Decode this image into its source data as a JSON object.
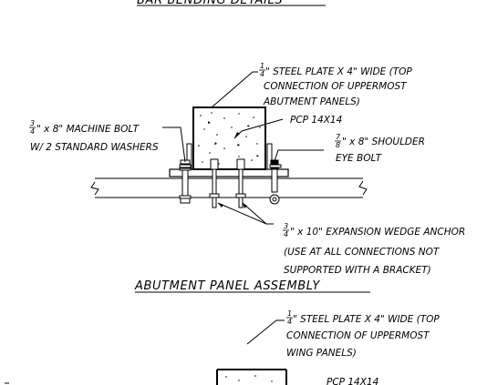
{
  "top_title": "BAR BENDING DETAILS",
  "assembly_1": {
    "title": "ABUTMENT PANEL ASSEMBLY",
    "plate_note": {
      "frac_num": "1",
      "frac_den": "4",
      "line1": "\" STEEL PLATE X 4\" WIDE (TOP",
      "line2": "CONNECTION OF UPPERMOST",
      "line3": "ABUTMENT PANELS)"
    },
    "pcp_label": "PCP 14X14",
    "machine_bolt": {
      "frac_num": "3",
      "frac_den": "4",
      "line1": "\" x 8\" MACHINE BOLT",
      "line2": "W/ 2 STANDARD WASHERS"
    },
    "shoulder_bolt": {
      "frac_num": "7",
      "frac_den": "8",
      "line1": "\" x 8\" SHOULDER",
      "line2": "EYE BOLT"
    },
    "anchor": {
      "frac_num": "3",
      "frac_den": "4",
      "line1": "\" x 10\" EXPANSION WEDGE ANCHOR",
      "line2": "(USE AT ALL CONNECTIONS NOT",
      "line3": "SUPPORTED WITH A BRACKET)"
    }
  },
  "assembly_2": {
    "plate_note": {
      "frac_num": "1",
      "frac_den": "4",
      "line1": "\" STEEL PLATE X 4\" WIDE (TOP",
      "line2": "CONNECTION OF UPPERMOST",
      "line3": "WING PANELS)"
    },
    "pcp_label": "PCP 14X14"
  }
}
